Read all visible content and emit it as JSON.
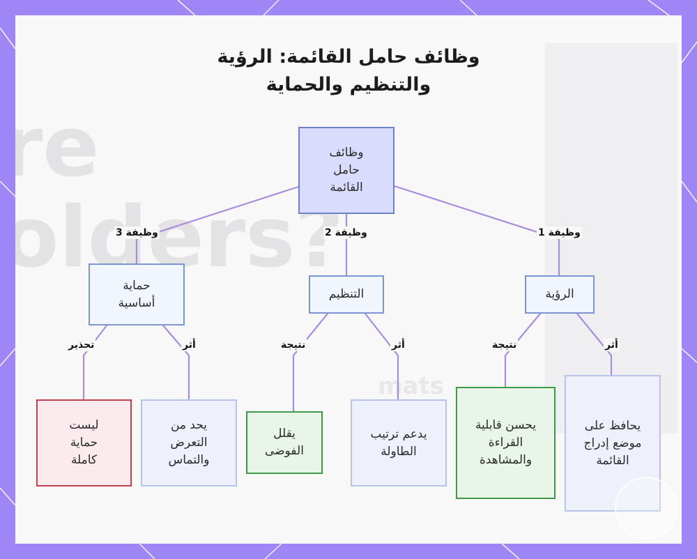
{
  "title": "وظائف حامل القائمة: الرؤية والتنظيم والحماية",
  "background_text": {
    "line1": "re",
    "line2": "olders?",
    "line3": "mats"
  },
  "colors": {
    "frame": "#9e86f7",
    "connector": "#a98ce0",
    "root_fill": "#d9dcfd",
    "result_border": "#3f9a48",
    "warning_border": "#c4404f"
  },
  "nodes": {
    "root": {
      "label": "وظائف حامل القائمة"
    },
    "f1": {
      "label": "الرؤية"
    },
    "f2": {
      "label": "التنظيم"
    },
    "f3": {
      "label": "حماية أساسية"
    },
    "f1_effect": {
      "label": "يحافظ على موضع إدراج القائمة"
    },
    "f1_result": {
      "label": "يحسن قابلية القراءة والمشاهدة"
    },
    "f2_effect": {
      "label": "يدعم ترتيب الطاولة"
    },
    "f2_result": {
      "label": "يقلل الفوضى"
    },
    "f3_effect": {
      "label": "يحد من التعرض والتماس"
    },
    "f3_warning": {
      "label": "ليست حماية كاملة"
    }
  },
  "edges": {
    "root_f1": "وظيفة 1",
    "root_f2": "وظيفة 2",
    "root_f3": "وظيفة 3",
    "f1_effect": "أثر",
    "f1_result": "نتيجة",
    "f2_effect": "أثر",
    "f2_result": "نتيجة",
    "f3_effect": "أثر",
    "f3_warning": "تحذير"
  }
}
